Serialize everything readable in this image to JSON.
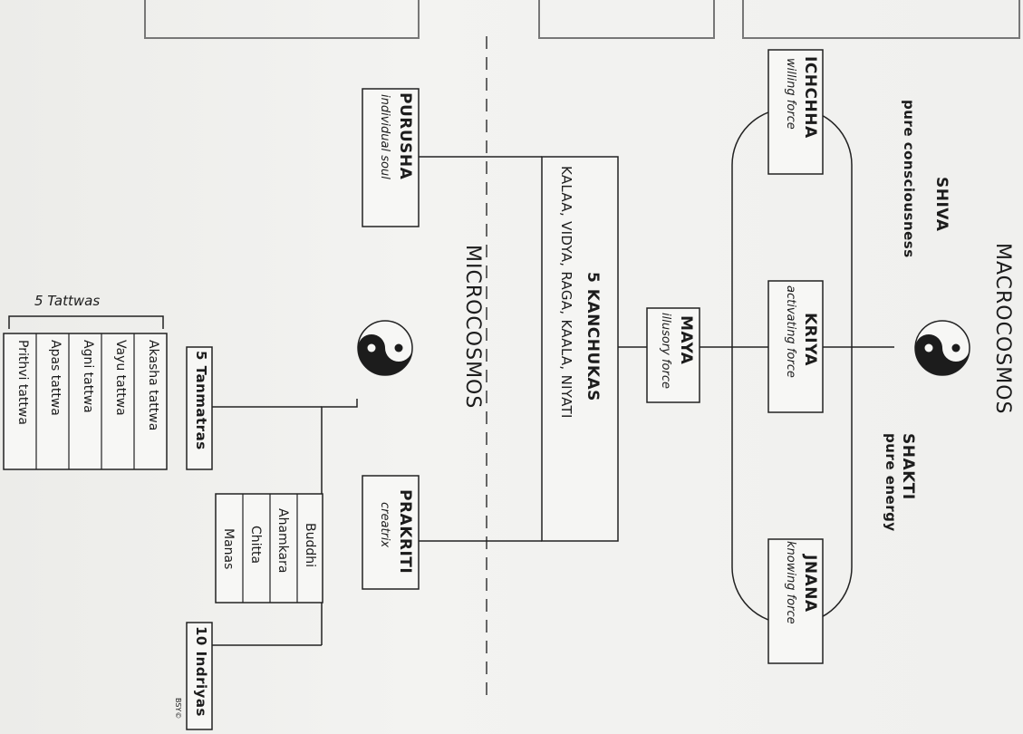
{
  "diagram": {
    "macrocosmos": {
      "title": "MACROCOSMOS",
      "shiva": {
        "name": "SHIVA",
        "desc": "pure consciousness"
      },
      "shakti": {
        "name": "SHAKTI",
        "desc": "pure energy"
      },
      "ichchha": {
        "name": "ICHCHHA",
        "desc": "willing force"
      },
      "kriya": {
        "name": "KRIYA",
        "desc": "activating force"
      },
      "jnana": {
        "name": "JNANA",
        "desc": "knowing force"
      },
      "maya": {
        "name": "MAYA",
        "desc": "illusory force"
      },
      "kanchukas": {
        "name": "5 KANCHUKAS",
        "list": "KALAA, VIDYA, RAGA, KAALA, NIYATI"
      }
    },
    "microcosmos": {
      "title": "MICROCOSMOS",
      "purusha": {
        "name": "PURUSHA",
        "desc": "individual soul"
      },
      "prakriti": {
        "name": "PRAKRITI",
        "desc": "creatrix"
      },
      "tanmatras": "5 Tanmatras",
      "tattwas_label": "5 Tattwas",
      "tattwas": [
        "Akasha tattwa",
        "Vayu tattwa",
        "Agni tattwa",
        "Apas tattwa",
        "Prithvi tattwa"
      ],
      "antahkarana": [
        "Buddhi",
        "Ahamkara",
        "Chitta",
        "Manas"
      ],
      "indriyas": "10 Indriyas"
    },
    "credit": "BSY©",
    "colors": {
      "ink": "#1c1c1c",
      "paper": "#f1f1ef",
      "dash": "#444444"
    }
  }
}
